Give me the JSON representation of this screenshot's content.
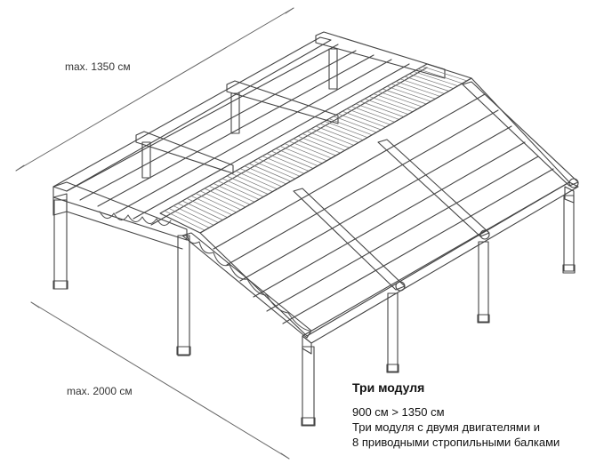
{
  "dimensions": {
    "width_label": "max. 1350 см",
    "depth_label": "max. 2000 см"
  },
  "caption": {
    "title": "Три модуля",
    "lines": [
      "900 см > 1350 см",
      "Три модуля с двумя двигателями и",
      "8 приводными стропильными балками"
    ]
  }
}
